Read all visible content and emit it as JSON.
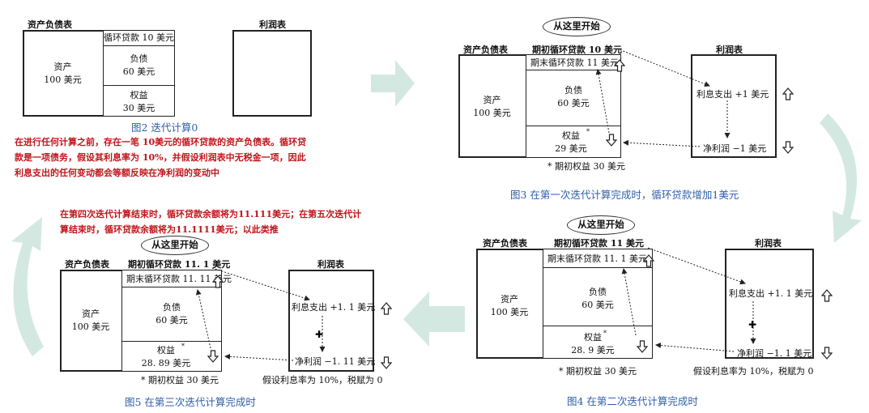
{
  "fig2": {
    "bs_title": "资产负债表",
    "is_title": "利润表",
    "revolver": "循环贷款 10 美元",
    "asset": [
      "资产",
      "100 美元"
    ],
    "liab": [
      "负债",
      "60 美元"
    ],
    "equity": [
      "权益",
      "30 美元"
    ],
    "caption": "图2 迭代计算0",
    "note": [
      "在进行任何计算之前，存在一笔 10美元的循环贷款的资产负债表。循环贷",
      "款是一项债务，假设其利息率为 10%，并假设利润表中无税金一项，因此",
      "利息支出的任何变动都会等额反映在净利润的变动中"
    ]
  },
  "fig3": {
    "bubble": "从这里开始",
    "bs_title": "资产负债表",
    "is_title": "利润表",
    "open_revolver": "期初循环贷款 10 美元",
    "end_revolver": "期末循环贷款 11 美元",
    "asset": [
      "资产",
      "100 美元"
    ],
    "liab": [
      "负债",
      "60 美元"
    ],
    "equity": [
      "权益",
      "29 美元"
    ],
    "equity_mark": "*",
    "footnote": "* 期初权益 30 美元",
    "interest": "利息支出 +1 美元",
    "net": "净利润 −1 美元",
    "caption": "图3 在第一次迭代计算完成时，循环贷款增加1美元"
  },
  "fig4": {
    "bubble": "从这里开始",
    "bs_title": "资产负债表",
    "is_title": "利润表",
    "open_revolver": "期初循环贷款 11 美元",
    "end_revolver": "期末循环贷款 11. 1 美元",
    "asset": [
      "资产",
      "100 美元"
    ],
    "liab": [
      "负债",
      "60 美元"
    ],
    "equity": [
      "权益",
      "28. 9 美元"
    ],
    "equity_mark": "*",
    "footnote": "* 期初权益 30 美元",
    "interest": "利息支出 +1. 1 美元",
    "net": "净利润 −1. 1 美元",
    "assumption": "假设利息率为 10%，税赋为 0",
    "caption": "图4 在第二次迭代计算完成时"
  },
  "fig5": {
    "bubble": "从这里开始",
    "bs_title": "资产负债表",
    "is_title": "利润表",
    "open_revolver": "期初循环贷款 11. 1 美元",
    "end_revolver": "期末循环贷款 11. 11 美元",
    "asset": [
      "资产",
      "100 美元"
    ],
    "liab": [
      "负债",
      "60 美元"
    ],
    "equity": [
      "权益",
      "28. 89 美元"
    ],
    "equity_mark": "*",
    "footnote": "* 期初权益 30 美元",
    "interest": "利息支出 +1. 1 美元",
    "net": "净利润 −1. 11 美元",
    "assumption": "假设利息率为 10%，税赋为 0",
    "caption": "图5 在第三次迭代计算完成时",
    "note": [
      "在第四次迭代计算结束时，循环贷款余额将为11.111美元；在第五次迭代计",
      "算结束时，循环贷款余额将为11.1111美元；以此类推"
    ]
  },
  "colors": {
    "caption": "#2f5fa8",
    "note": "#c0151b",
    "flow_arrow": "#cfe6df"
  }
}
